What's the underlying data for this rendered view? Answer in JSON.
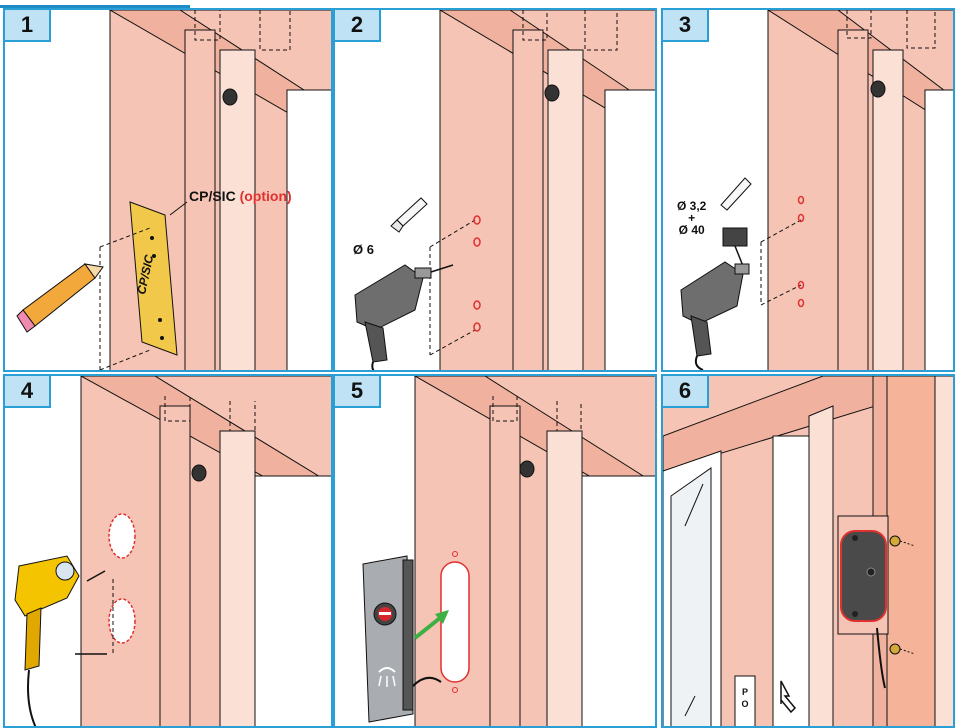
{
  "steps": [
    {
      "number": "1",
      "label_main": "CP/SIC",
      "label_option": "(option)",
      "plate_text": "CP/SIC"
    },
    {
      "number": "2",
      "drill_label": "Ø 6"
    },
    {
      "number": "3",
      "drill_label_a": "Ø 3,2",
      "drill_label_plus": "+",
      "drill_label_b": "Ø 40"
    },
    {
      "number": "4"
    },
    {
      "number": "5"
    },
    {
      "number": "6",
      "wall_sign_text": "P O"
    }
  ],
  "colors": {
    "frame": "#2a9fd6",
    "badge": "#bfe3f5",
    "wall": "#f6c4b4",
    "wall_light": "#fbe0d6",
    "wall_dark": "#ef9f8a",
    "red_hole": "#e03131",
    "arrow_green": "#3cb043",
    "plate_yellow": "#f2c84b"
  },
  "icons": [
    "pencil-icon",
    "drill-icon",
    "heat-gun-icon",
    "gear-drill-bit-icon",
    "arrow-icon"
  ]
}
